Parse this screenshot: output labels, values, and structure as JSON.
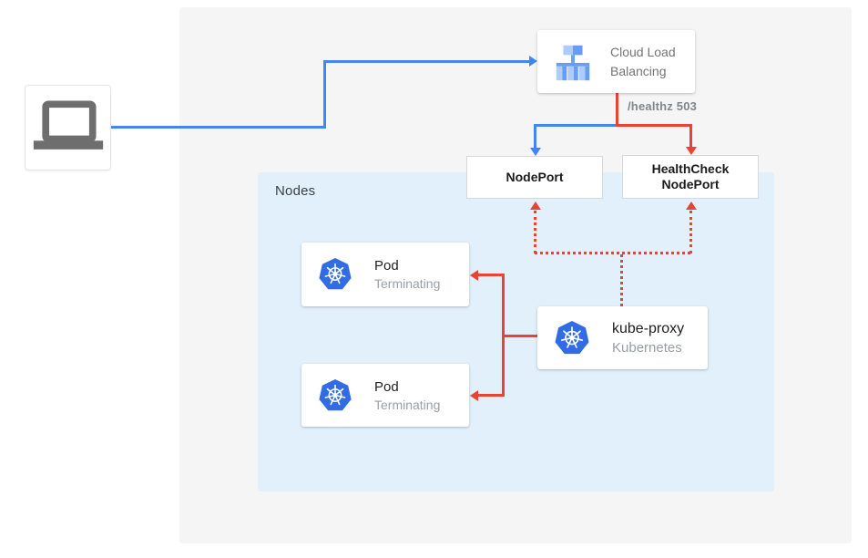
{
  "nodes_panel": {
    "label": "Nodes"
  },
  "client": {
    "icon": "laptop-icon"
  },
  "cloud_load_balancing": {
    "icon": "load-balancer-icon",
    "label": "Cloud Load Balancing"
  },
  "edges": {
    "healthz_label": "/healthz 503"
  },
  "node_port": {
    "label": "NodePort"
  },
  "health_check_node_port": {
    "label": "HealthCheck NodePort"
  },
  "pods": [
    {
      "icon": "kubernetes-icon",
      "title": "Pod",
      "status": "Terminating"
    },
    {
      "icon": "kubernetes-icon",
      "title": "Pod",
      "status": "Terminating"
    }
  ],
  "kube_proxy": {
    "icon": "kubernetes-icon",
    "title": "kube-proxy",
    "subtitle": "Kubernetes"
  },
  "colors": {
    "traffic_blue": "#4285f4",
    "health_red": "#ea4335",
    "nodes_panel_bg": "#e2f0fc",
    "canvas_bg": "#f5f5f5",
    "kubernetes_blue": "#326ce5",
    "lb_icon_light_blue": "#aecbfa",
    "lb_icon_blue": "#669df6",
    "laptop_gray": "#6e6e6e"
  }
}
